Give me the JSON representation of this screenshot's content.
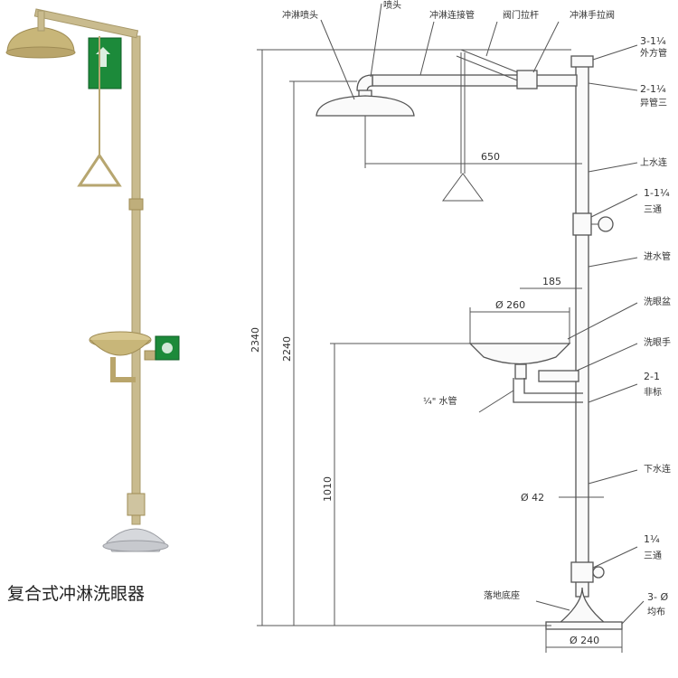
{
  "caption": "复合式冲淋洗眼器",
  "labels": {
    "shower_head": "冲淋喷头",
    "spray_head": "喷头",
    "connect_pipe": "冲淋连接管",
    "valve_rod": "阀门拉杆",
    "pull_valve": "冲淋手拉阀",
    "outer_pipe_code": "3-1¼",
    "outer_pipe": "外方管",
    "reducer_code": "2-1¼",
    "reducer": "异管三",
    "upper_pipe": "上水连",
    "tee_code": "1-1¼",
    "tee": "三通",
    "inlet_pipe": "进水管",
    "eyewash_bowl": "洗眼盆",
    "eyewash_valve": "洗眼手",
    "nonstd_code": "2-1",
    "nonstd": "非标",
    "drain_pipe": "¼\" 水管",
    "lower_pipe": "下水连",
    "tee2_code": "1¼",
    "tee2": "三通",
    "floor_base": "落地底座",
    "bolt_code": "3- Ø",
    "bolt": "均布"
  },
  "dimensions": {
    "d650": "650",
    "d185": "185",
    "d260": "Ø 260",
    "d42": "Ø 42",
    "d240": "Ø 240",
    "d2340": "2340",
    "d2240": "2240",
    "d1010": "1010"
  },
  "photo": {
    "sign_color": "#1c8a3a",
    "metal_color": "#c8b98a"
  }
}
